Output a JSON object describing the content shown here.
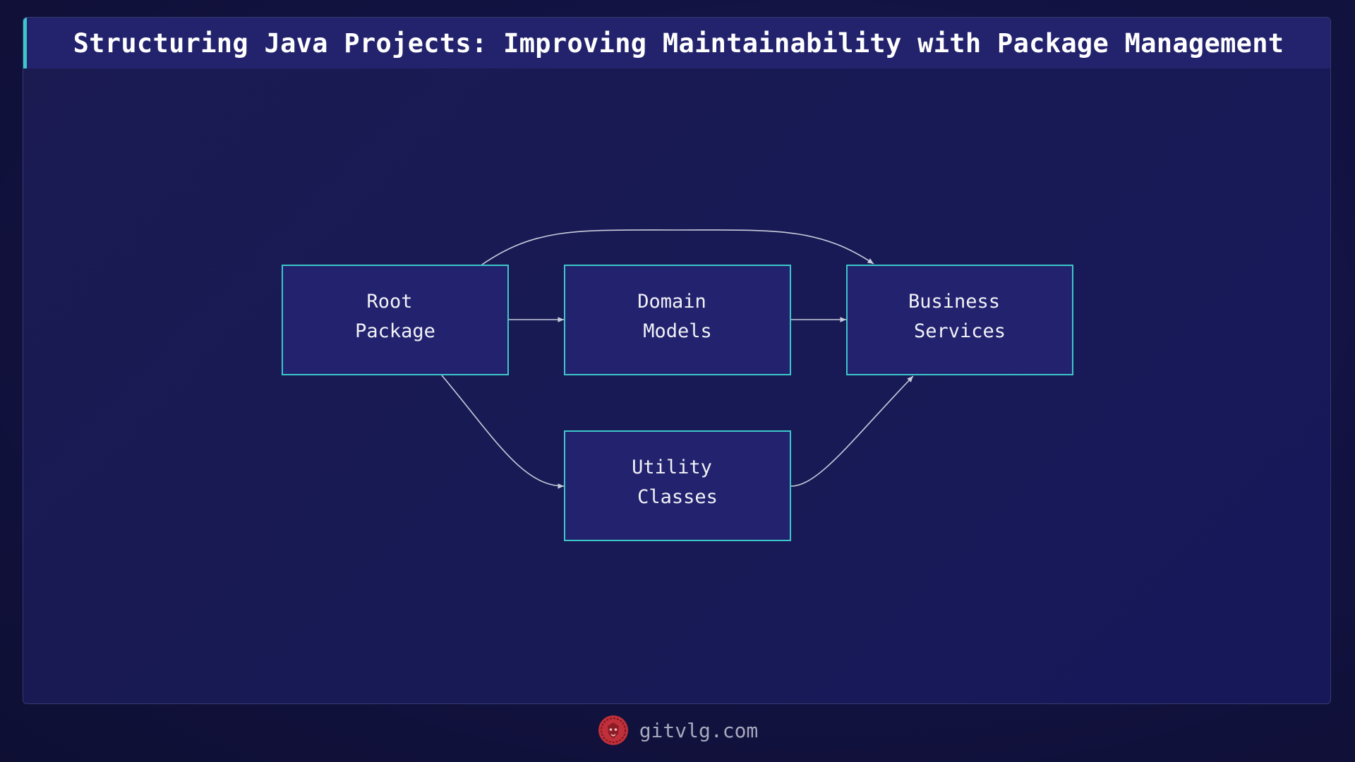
{
  "title": "Structuring Java Projects: Improving Maintainability with Package Management",
  "nodes": {
    "root": [
      "Root",
      "Package"
    ],
    "domain": [
      "Domain",
      "Models"
    ],
    "business": [
      "Business",
      "Services"
    ],
    "utility": [
      "Utility",
      "Classes"
    ]
  },
  "edges": [
    {
      "from": "root",
      "to": "domain"
    },
    {
      "from": "domain",
      "to": "business"
    },
    {
      "from": "root",
      "to": "business"
    },
    {
      "from": "root",
      "to": "utility"
    },
    {
      "from": "utility",
      "to": "business"
    }
  ],
  "footer": {
    "site": "gitvlg.com",
    "logo_icon": "lion-head-logo-icon"
  },
  "colors": {
    "background": "#131344",
    "title_bar": "#23236d",
    "accent": "#3cc7c9",
    "node_fill": "#22226f",
    "edge": "#c9ccdc",
    "logo": "#c0303a"
  }
}
